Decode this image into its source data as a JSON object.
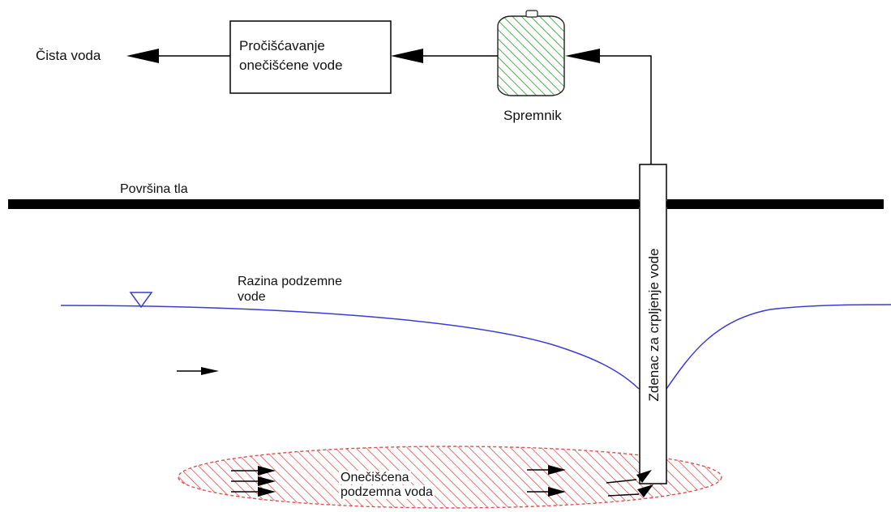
{
  "labels": {
    "clean_water": "Čista voda",
    "treatment_line1": "Pročišćavanje",
    "treatment_line2": "onečišćene vode",
    "tank": "Spremnik",
    "ground_surface": "Površina tla",
    "groundwater_level_line1": "Razina podzemne",
    "groundwater_level_line2": "vode",
    "well": "Zdenac za crpljenje vode",
    "contaminated_line1": "Onečišćena",
    "contaminated_line2": "podzemna voda"
  },
  "colors": {
    "line": "#000000",
    "water_table": "#3b3bd8",
    "tank_hatch": "#4caf50",
    "contamination_hatch": "#e05050"
  }
}
